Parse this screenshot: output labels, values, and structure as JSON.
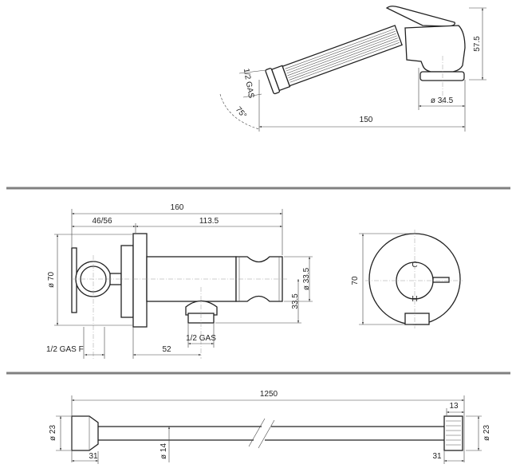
{
  "handshower": {
    "length": "150",
    "head_diameter": "ø 34.5",
    "height": "57.5",
    "thread": "1/2 GAS",
    "angle": "75°"
  },
  "valve": {
    "total_length": "160",
    "handle_depth": "46/56",
    "body_length": "113.5",
    "flange_diameter": "ø 70",
    "holder_diameter": "ø 33.5",
    "outlet_offset": "33.5",
    "inlet_thread": "1/2 GAS F",
    "outlet_distance": "52",
    "outlet_thread": "1/2 GAS",
    "front_diameter": "70",
    "cold_mark": "C",
    "hot_mark": "H"
  },
  "hose": {
    "length": "1250",
    "nut_width": "13",
    "left_nut_diameter": "ø 23",
    "hose_diameter": "ø 14",
    "right_nut_diameter": "ø 23",
    "left_nut_length": "31",
    "right_nut_length": "31"
  }
}
